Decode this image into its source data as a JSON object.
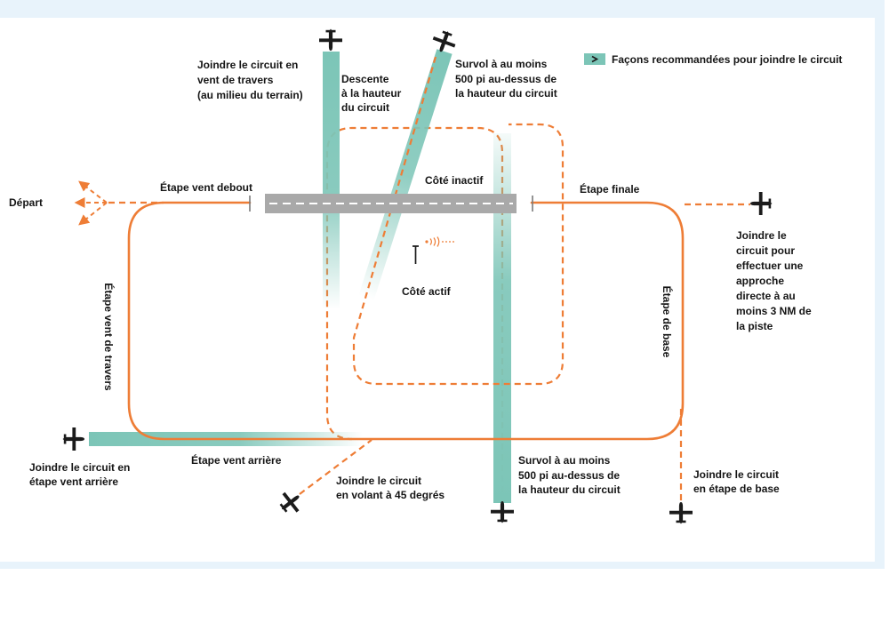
{
  "legend": {
    "label": "Façons recommandées pour joindre le circuit"
  },
  "colors": {
    "circuit": "#ee7d36",
    "recommended_join": "#7cc5b7",
    "runway": "#a9a9a9",
    "aircraft": "#1b1b1b",
    "frame": "#e8f3fb"
  },
  "departure": "Départ",
  "legs": {
    "upwind": "Étape vent debout",
    "crosswind": "Étape vent de travers",
    "downwind": "Étape vent arrière",
    "base": "Étape de base",
    "final": "Étape finale"
  },
  "sides": {
    "inactive": "Côté inactif",
    "active": "Côté actif"
  },
  "joins": {
    "midfield_crosswind": [
      "Joindre le circuit en",
      "vent de travers",
      "(au milieu du terrain)"
    ],
    "descent": [
      "Descente",
      "à la hauteur",
      "du circuit"
    ],
    "overfly_top": [
      "Survol à au moins",
      "500 pi au-dessus de",
      "la hauteur du circuit"
    ],
    "straight_in": [
      "Joindre le",
      "circuit pour",
      "effectuer une",
      "approche",
      "directe à au",
      "moins 3 NM de",
      "la piste"
    ],
    "downwind": [
      "Joindre le circuit en",
      "étape vent arrière"
    ],
    "forty_five": [
      "Joindre le circuit",
      "en volant à 45 degrés"
    ],
    "overfly_bottom": [
      "Survol à au moins",
      "500 pi au-dessus de",
      "la hauteur du circuit"
    ],
    "base": [
      "Joindre le circuit",
      "en étape de base"
    ]
  },
  "icons": {
    "aircraft": "airplane-icon",
    "legend_marker": "chevron-right-icon",
    "departure_arrows": "arrow-icon",
    "wind_indicator": "wind-indicator-icon"
  }
}
